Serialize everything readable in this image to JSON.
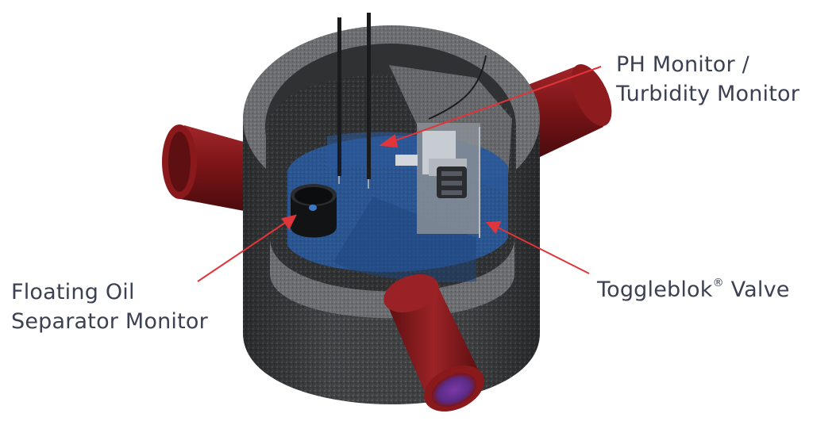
{
  "labels": {
    "ph_monitor": [
      "PH Monitor /",
      "Turbidity Monitor"
    ],
    "oil_separator": [
      "Floating Oil",
      "Separator Monitor"
    ],
    "valve_name": "Toggleblok",
    "valve_mark": "®",
    "valve_suffix": " Valve"
  },
  "colors": {
    "concrete": "#3e4042",
    "concrete_light": "#5c5e60",
    "pipe": "#7a1416",
    "pipe_highlight": "#a8282a",
    "water": "#24508f",
    "callout_line": "#e0353a",
    "label_text": "#3b4150"
  },
  "icons": {
    "manhole": "concrete-manhole-cutaway",
    "pipe": "red-pipe",
    "monitor": "floating-oil-monitor-cup",
    "valve": "toggleblok-valve-assembly"
  }
}
